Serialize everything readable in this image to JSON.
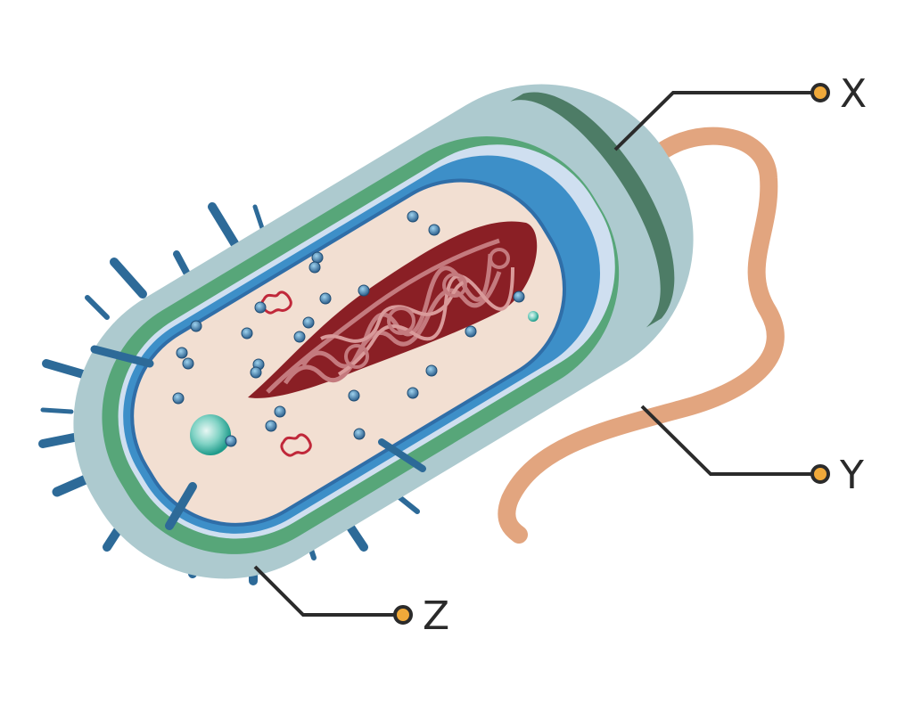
{
  "labels": {
    "x": "X",
    "y": "Y",
    "z": "Z"
  },
  "colors": {
    "capsule": "#adcacf",
    "cell_wall": "#57a679",
    "cell_wall_dark": "#4d7c66",
    "membrane": "#3d8fc8",
    "membrane_light": "#cfdff0",
    "cytoplasm": "#f2dfd2",
    "nucleoid": "#8a1f25",
    "dna_strand": "#c47a7e",
    "flagellum": "#e2a57f",
    "pili": "#2d6a98",
    "ribosome": "#3e7fb0",
    "callout_line": "#2b2b2b",
    "callout_dot": "#f0a93a"
  }
}
